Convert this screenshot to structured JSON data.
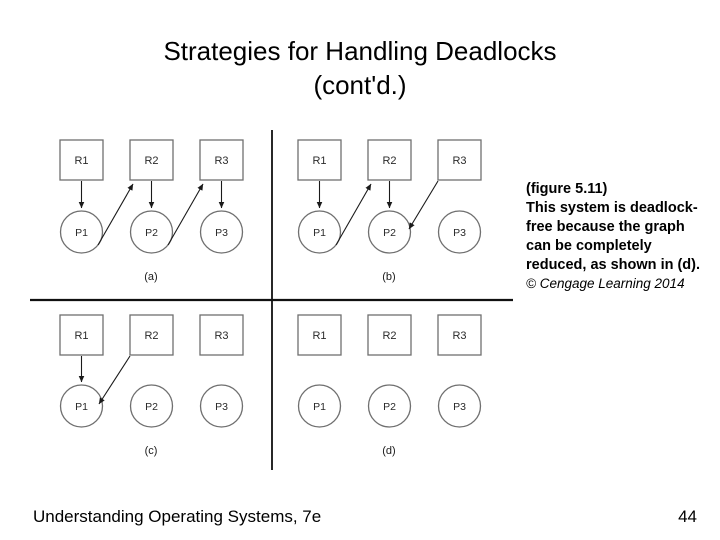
{
  "slide": {
    "title": "Strategies for Handling Deadlocks\n(cont'd.)",
    "footer_title": "Understanding Operating Systems, 7e",
    "page_number": "44"
  },
  "caption": {
    "body": "(figure 5.11)\nThis system is deadlock-free because the graph can be completely reduced, as shown in (d).",
    "credit": "© Cengage Learning 2014"
  },
  "figure": {
    "panels": [
      {
        "id": "a",
        "label": "(a)",
        "resources": [
          "R1",
          "R2",
          "R3"
        ],
        "processes": [
          "P1",
          "P2",
          "P3"
        ],
        "edges": [
          {
            "from": "R1",
            "to": "P1",
            "kind": "allocation"
          },
          {
            "from": "P1",
            "to": "R2",
            "kind": "request"
          },
          {
            "from": "R2",
            "to": "P2",
            "kind": "allocation"
          },
          {
            "from": "P2",
            "to": "R3",
            "kind": "request"
          },
          {
            "from": "R3",
            "to": "P3",
            "kind": "allocation"
          }
        ]
      },
      {
        "id": "b",
        "label": "(b)",
        "resources": [
          "R1",
          "R2",
          "R3"
        ],
        "processes": [
          "P1",
          "P2",
          "P3"
        ],
        "edges": [
          {
            "from": "R1",
            "to": "P1",
            "kind": "allocation"
          },
          {
            "from": "P1",
            "to": "R2",
            "kind": "request"
          },
          {
            "from": "R2",
            "to": "P2",
            "kind": "allocation"
          },
          {
            "from": "R3",
            "to": "P2",
            "kind": "allocation"
          }
        ]
      },
      {
        "id": "c",
        "label": "(c)",
        "resources": [
          "R1",
          "R2",
          "R3"
        ],
        "processes": [
          "P1",
          "P2",
          "P3"
        ],
        "edges": [
          {
            "from": "R1",
            "to": "P1",
            "kind": "allocation"
          },
          {
            "from": "R2",
            "to": "P1",
            "kind": "allocation"
          }
        ]
      },
      {
        "id": "d",
        "label": "(d)",
        "resources": [
          "R1",
          "R2",
          "R3"
        ],
        "processes": [
          "P1",
          "P2",
          "P3"
        ],
        "edges": []
      }
    ],
    "labels": {
      "a_r1": "R1",
      "a_r2": "R2",
      "a_r3": "R3",
      "a_p1": "P1",
      "a_p2": "P2",
      "a_p3": "P3",
      "a_caption": "(a)",
      "b_r1": "R1",
      "b_r2": "R2",
      "b_r3": "R3",
      "b_p1": "P1",
      "b_p2": "P2",
      "b_p3": "P3",
      "b_caption": "(b)",
      "c_r1": "R1",
      "c_r2": "R2",
      "c_r3": "R3",
      "c_p1": "P1",
      "c_p2": "P2",
      "c_p3": "P3",
      "c_caption": "(c)",
      "d_r1": "R1",
      "d_r2": "R2",
      "d_r3": "R3",
      "d_p1": "P1",
      "d_p2": "P2",
      "d_p3": "P3",
      "d_caption": "(d)"
    }
  },
  "colors": {
    "background": "#ffffff",
    "text": "#000000",
    "node_stroke": "#6f6f6f",
    "edge_stroke": "#1a1a1a",
    "divider": "#111111"
  }
}
